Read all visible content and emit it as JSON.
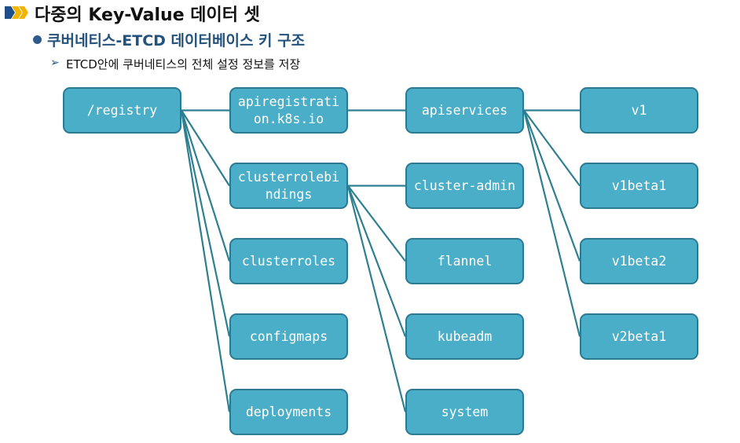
{
  "slide": {
    "title": "다중의 Key-Value 데이터 셋",
    "subtitle": "쿠버네티스-ETCD 데이터베이스 키 구조",
    "description": "ETCD안에 쿠버네티스의 전체 설정 정보를 저장"
  },
  "colors": {
    "node_fill": "#4aaec8",
    "node_border": "#2b7a92",
    "connector": "#2e7f8f",
    "subtitle": "#23527c"
  },
  "diagram": {
    "type": "tree",
    "nodes": {
      "registry": "/registry",
      "apiregistration": "apiregistration.k8s.io",
      "clusterrolebindings": "clusterrolebindings",
      "clusterroles": "clusterroles",
      "configmaps": "configmaps",
      "deployments": "deployments",
      "apiservices": "apiservices",
      "cluster_admin": "cluster-admin",
      "flannel": "flannel",
      "kubeadm": "kubeadm",
      "system": "system",
      "v1": "v1",
      "v1beta1": "v1beta1",
      "v1beta2": "v1beta2",
      "v2beta1": "v2beta1"
    },
    "edges": [
      [
        "registry",
        "apiregistration"
      ],
      [
        "registry",
        "clusterrolebindings"
      ],
      [
        "registry",
        "clusterroles"
      ],
      [
        "registry",
        "configmaps"
      ],
      [
        "registry",
        "deployments"
      ],
      [
        "apiregistration",
        "apiservices"
      ],
      [
        "clusterrolebindings",
        "cluster_admin"
      ],
      [
        "clusterrolebindings",
        "flannel"
      ],
      [
        "clusterrolebindings",
        "kubeadm"
      ],
      [
        "clusterrolebindings",
        "system"
      ],
      [
        "apiservices",
        "v1"
      ],
      [
        "apiservices",
        "v1beta1"
      ],
      [
        "apiservices",
        "v1beta2"
      ],
      [
        "apiservices",
        "v2beta1"
      ]
    ]
  }
}
